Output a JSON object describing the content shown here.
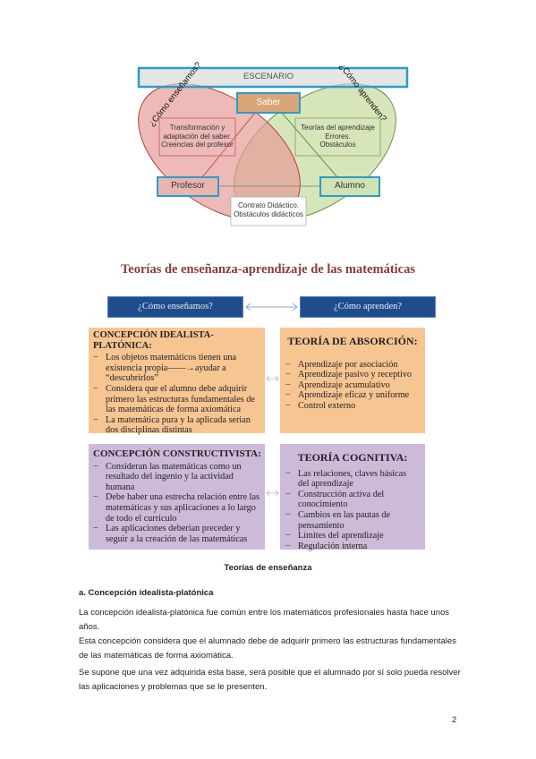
{
  "diagram": {
    "escenario": "ESCENARIO",
    "saber": "Saber",
    "como_ensenamos": "¿Cómo enseñamos?",
    "como_aprenden": "¿Cómo aprenden?",
    "left_text_1": "Transformación y",
    "left_text_2": "adaptación del saber.",
    "left_text_3": "Creencias del profesor",
    "right_text_1": "Teorías del aprendizaje",
    "right_text_2": "Errores.",
    "right_text_3": "Obstáculos",
    "profesor": "Profesor",
    "alumno": "Alumno",
    "bottom_text_1": "Contrato Didáctico.",
    "bottom_text_2": "Obstáculos didácticos"
  },
  "figure": {
    "title": "Teorías de enseñanza-aprendizaje de las matemáticas",
    "header_left": "¿Cómo enseñamos?",
    "header_right": "¿Cómo aprenden?",
    "idealista": {
      "title": "CONCEPCIÓN IDEALISTA-PLATÓNICA:",
      "items": [
        "Los objetos matemáticos tienen una existencia propia——→ayudar a “descubrirlos”",
        "Considera que el alumno debe adquirir primero las estructuras fundamentales de las matemáticas de forma axiomática",
        "La matemática pura y la aplicada serian dos disciplinas distintas"
      ]
    },
    "absorcion": {
      "title": "TEORÍA DE ABSORCIÓN:",
      "items": [
        "Aprendizaje por asociación",
        "Aprendizaje pasivo y receptivo",
        "Aprendizaje acumulativo",
        "Aprendizaje eficaz y uniforme",
        "Control externo"
      ]
    },
    "constructivista": {
      "title": "CONCEPCIÓN CONSTRUCTIVISTA:",
      "items": [
        "Consideran las matemáticas como un resultado del ingenio y la actividad humana",
        "Debe haber una estrecha relación entre las matemáticas y sus aplicaciones a lo largo de todo el curriculo",
        "Las aplicaciones deberian preceder y seguir a la creación de las matemáticas"
      ]
    },
    "cognitiva": {
      "title": "TEORÍA COGNITIVA:",
      "items": [
        "Las relaciones, claves básicas del aprendizaje",
        "Construcción activa del conocimiento",
        "Cambios en las pautas de pensamiento",
        "Límites del aprendizaje",
        "Regulación interna"
      ]
    }
  },
  "body": {
    "caption": "Teorías de enseñanza",
    "section_heading": "a. Concepción idealista-platónica",
    "para1_line1": "La concepción idealista-platónica fue común entre los matemáticos profesionales hasta hace unos",
    "para1_line2": "años.",
    "para2_line1": "Esta concepción considera que el alumnado debe de adquirir primero las estructuras fundamentales",
    "para2_line2": "de las matemáticas de forma axiomática.",
    "para3_line1": "Se supone que una vez adquirida esta base, será posible que el alumnado por sí solo pueda resolver",
    "para3_line2": "las aplicaciones y problemas que se le presenten.",
    "page_number": "2"
  }
}
